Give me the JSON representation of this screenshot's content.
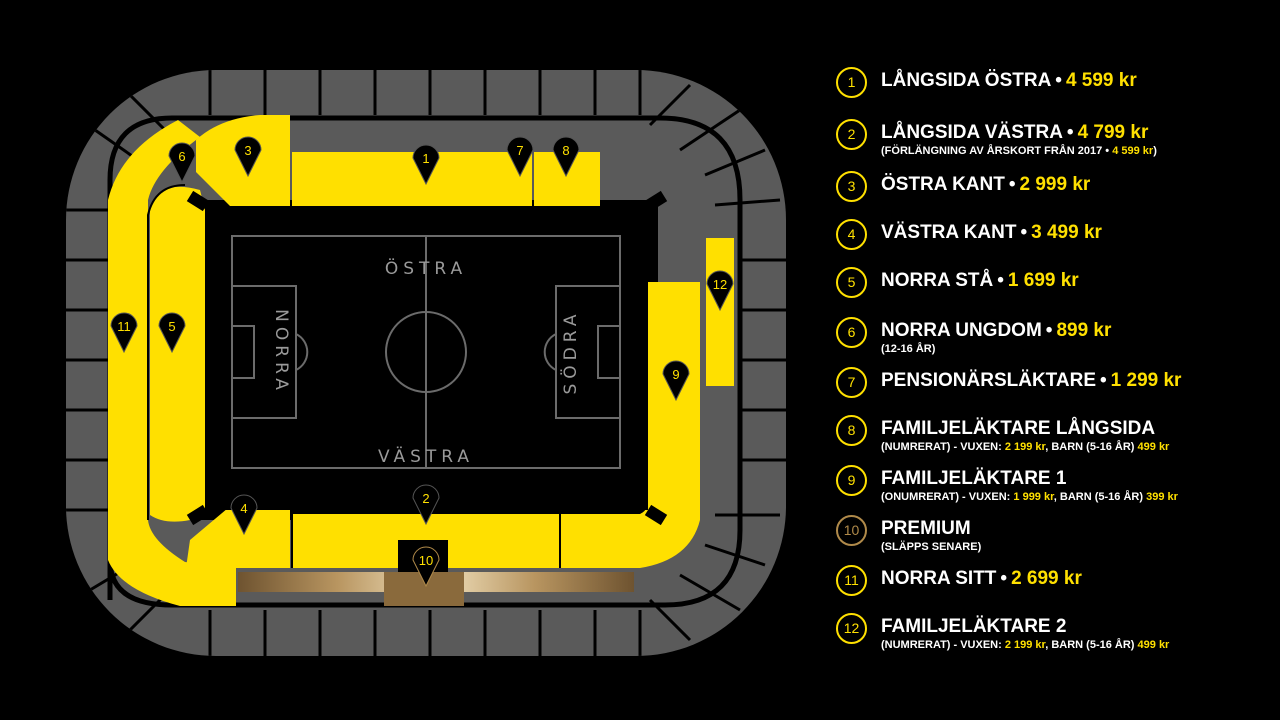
{
  "colors": {
    "accent": "#FFE000",
    "premium": "#b08a4a",
    "seat_grey": "#5a5a5a",
    "background": "#000000"
  },
  "map": {
    "pitch_labels": {
      "east": "ÖSTRA",
      "west": "VÄSTRA",
      "north": "NORRA",
      "south": "SÖDRA"
    },
    "pins": [
      "1",
      "2",
      "3",
      "4",
      "5",
      "6",
      "7",
      "8",
      "9",
      "10",
      "11",
      "12"
    ]
  },
  "legend": [
    {
      "num": "1",
      "name": "LÅNGSIDA ÖSTRA",
      "price": "4 599 kr"
    },
    {
      "num": "2",
      "name": "LÅNGSIDA VÄSTRA",
      "price": "4 799 kr",
      "note": "(FÖRLÄNGNING AV ÅRSKORT FRÅN 2017 •",
      "note_price": "4 599 kr",
      "note_end": ")"
    },
    {
      "num": "3",
      "name": "ÖSTRA KANT",
      "price": "2 999 kr"
    },
    {
      "num": "4",
      "name": "VÄSTRA KANT",
      "price": "3 499 kr"
    },
    {
      "num": "5",
      "name": "NORRA STÅ",
      "price": "1 699 kr"
    },
    {
      "num": "6",
      "name": "NORRA UNGDOM",
      "price": "899 kr",
      "note": "(12-16 ÅR)"
    },
    {
      "num": "7",
      "name": "PENSIONÄRSLÄKTARE",
      "price": "1 299 kr"
    },
    {
      "num": "8",
      "name": "FAMILJELÄKTARE LÅNGSIDA",
      "price": "",
      "note": "(NUMRERAT) - VUXEN:",
      "note_price": "2 199 kr",
      "note_end": ", BARN (5-16 ÅR)",
      "note_price2": "499 kr"
    },
    {
      "num": "9",
      "name": "FAMILJELÄKTARE 1",
      "price": "",
      "note": "(ONUMRERAT) - VUXEN:",
      "note_price": "1 999 kr",
      "note_end": ", BARN (5-16 ÅR)",
      "note_price2": "399 kr"
    },
    {
      "num": "10",
      "name": "PREMIUM",
      "price": "",
      "note": "(SLÄPPS SENARE)",
      "premium": true
    },
    {
      "num": "11",
      "name": "NORRA SITT",
      "price": "2 699 kr"
    },
    {
      "num": "12",
      "name": "FAMILJELÄKTARE 2",
      "price": "",
      "note": "(NUMRERAT) - VUXEN:",
      "note_price": "2 199 kr",
      "note_end": ", BARN (5-16 ÅR)",
      "note_price2": "499 kr"
    }
  ]
}
